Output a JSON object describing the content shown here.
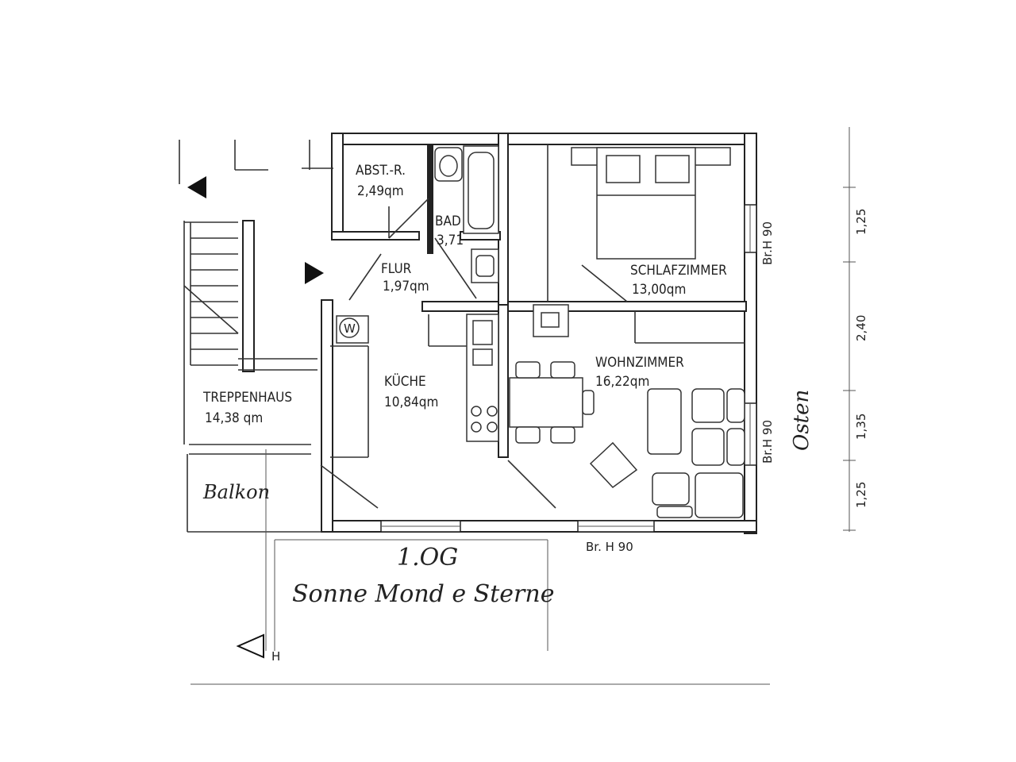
{
  "rooms": {
    "abstellraum": {
      "name": "ABST.-R.",
      "area": "2,49qm"
    },
    "bad": {
      "name": "BAD",
      "area": "3,71"
    },
    "flur": {
      "name": "FLUR",
      "area": "1,97qm"
    },
    "schlafzimmer": {
      "name": "SCHLAFZIMMER",
      "area": "13,00qm"
    },
    "kueche": {
      "name": "KÜCHE",
      "area": "10,84qm"
    },
    "wohnzimmer": {
      "name": "WOHNZIMMER",
      "area": "16,22qm"
    },
    "treppenhaus": {
      "name": "TREPPENHAUS",
      "area": "14,38 qm"
    },
    "balkon": {
      "name": "Balkon"
    }
  },
  "window_labels": {
    "schlafzimmer": "Br.H 90",
    "wohnzimmer_side": "Br.H 90",
    "bottom": "Br. H 90"
  },
  "washer_symbol": "W",
  "dimensions": [
    "1,25",
    "1,35",
    "2,40",
    "1,25"
  ],
  "orientation": "Osten",
  "section_marker": "H",
  "caption": {
    "floor": "1.OG",
    "title": "Sonne Mond e Sterne"
  }
}
